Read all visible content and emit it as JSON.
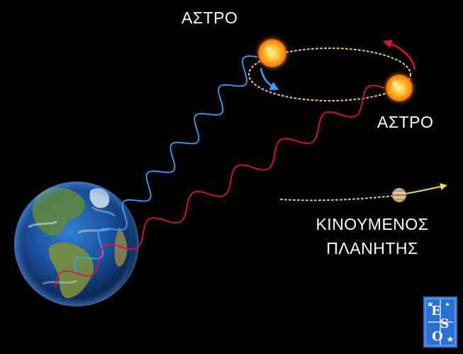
{
  "labels": {
    "star_top": "ΑΣΤΡΟ",
    "star_right": "ΑΣΤΡΟ",
    "planet_line1": "ΚΙΝΟΥΜΕΝΟΣ",
    "planet_line2": "ΠΛΑΝΗΤΗΣ"
  },
  "logo": {
    "text_e": "E",
    "text_s": "S",
    "text_o": "O"
  },
  "colors": {
    "background": "#000000",
    "blue_wave": "#3aa0ff",
    "red_wave": "#e0103a",
    "orbit_dots": "#f2d46a",
    "orbit_arrow": "#e0103a",
    "star": "#ffb020",
    "planet_path": "#f2d46a",
    "eso_blue": "#2a6fd6"
  },
  "icons": {
    "earth": "earth-icon",
    "star": "star-icon",
    "planet": "jupiter-icon",
    "logo": "eso-logo-icon"
  }
}
